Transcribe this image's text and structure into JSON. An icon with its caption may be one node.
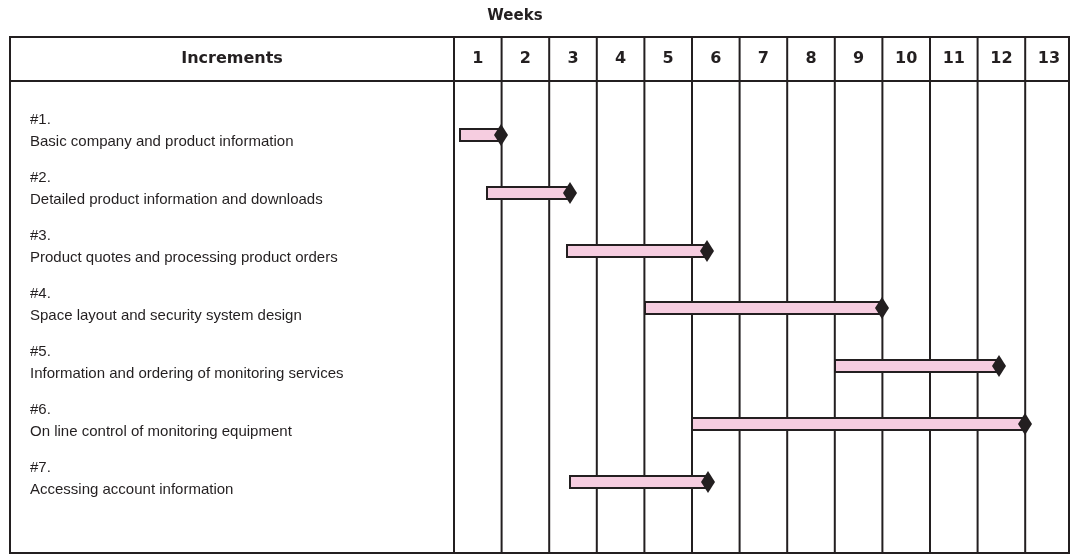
{
  "diagram": {
    "nodes": [
      {
        "text": [],
        "shape": "bar"
      },
      {
        "text": [],
        "shape": "bar"
      },
      {
        "text": [],
        "shape": "bar"
      },
      {
        "text": [],
        "shape": "bar"
      },
      {
        "text": [],
        "shape": "bar"
      },
      {
        "text": [],
        "shape": "bar"
      },
      {
        "text": [],
        "shape": "bar"
      }
    ],
    "labels": [
      "Weeks",
      "Increments",
      "1",
      "2",
      "3",
      "4",
      "5",
      "6",
      "7",
      "8",
      "9",
      "10",
      "11",
      "12",
      "13",
      "#1.",
      "Basic company and product information",
      "#2.",
      "Detailed product information and downloads",
      "#3.",
      "Product quotes and processing product orders",
      "#4.",
      "Space layout and security system design",
      "#5.",
      "Information and ordering of monitoring services",
      "#6.",
      "On line control of monitoring equipment",
      "#7.",
      "Accessing account information"
    ]
  }
}
